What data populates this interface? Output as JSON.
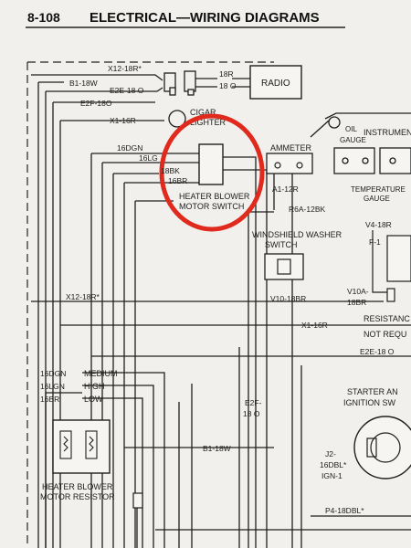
{
  "header": {
    "page_number": "8-108",
    "title": "ELECTRICAL—WIRING DIAGRAMS"
  },
  "components": {
    "radio": "RADIO",
    "cigar_lighter_1": "CIGAR",
    "cigar_lighter_2": "LIGHTER",
    "heater_blower_switch_1": "HEATER BLOWER",
    "heater_blower_switch_2": "MOTOR SWITCH",
    "ammeter": "AMMETER",
    "instrument": "INSTRUMENT",
    "oil_gauge_1": "OIL",
    "oil_gauge_2": "GAUGE",
    "temperature_gauge_1": "TEMPERATURE",
    "temperature_gauge_2": "GAUGE",
    "washer_switch_1": "WINDSHIELD WASHER",
    "washer_switch_2": "SWITCH",
    "resistor_1": "HEATER BLOWER",
    "resistor_2": "MOTOR RESISTOR",
    "ignition_1": "STARTER AN",
    "ignition_2": "IGNITION SW",
    "resistance_1": "RESISTANC",
    "resistance_2": "NOT REQU"
  },
  "speeds": {
    "medium": "MEDIUM",
    "high": "HIGH",
    "low": "LOW"
  },
  "wires": {
    "x12_18r_top": "X12-18R*",
    "b1_18w_top": "B1-18W",
    "e2e_18o_top": "E2E-18 O",
    "e2f_18o_top": "E2F-18O",
    "r18": "18R",
    "o18": "18 O",
    "x1_16r_top": "X1-16R",
    "dgn16": "16DGN",
    "lg16": "16LG",
    "bk18": "18BK",
    "br16": "16BR",
    "a1_12r": "A1-12R",
    "r6a_12bk": "R6A-12BK",
    "v4_18r": "V4-18R",
    "f1": "F-1",
    "v10a": "V10A-",
    "v10a_2": "18BR",
    "v10_18br": "V10-18BR",
    "x12_18r_mid": "X12-18R*",
    "x1_16r_mid": "X1-16R",
    "e2e_18o_mid": "E2E-18 O",
    "dgn16_l": "16DGN",
    "lgn16_l": "16LGN",
    "br16_l": "16BR",
    "e2f_1": "E2F-",
    "e2f_2": "18 O",
    "b1_18w_mid": "B1-18W",
    "j2": "J2-",
    "dbl16": "16DBL*",
    "ign1": "IGN-1",
    "p4_18dbl": "P4-18DBL*"
  }
}
